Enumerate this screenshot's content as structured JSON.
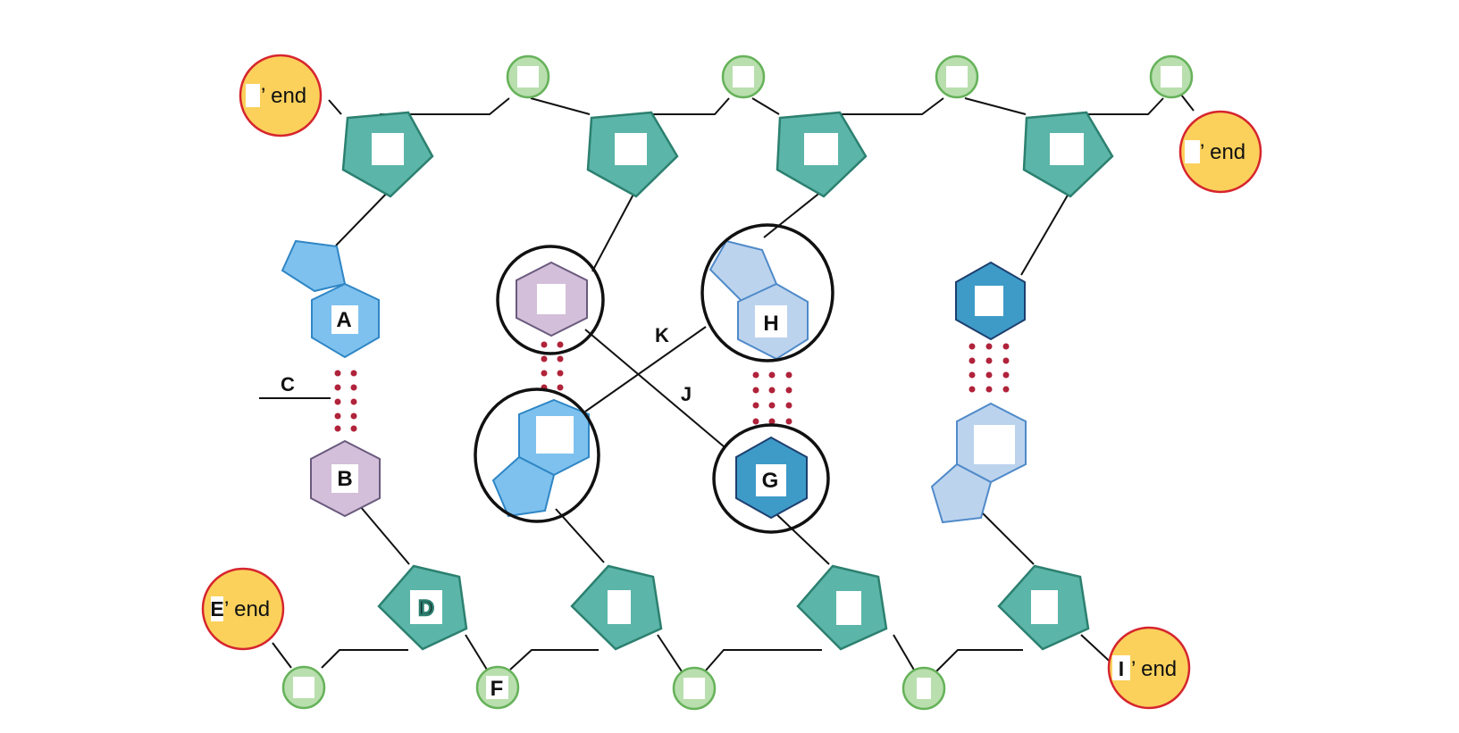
{
  "labels": {
    "A": "A",
    "B": "B",
    "C": "C",
    "D": "D",
    "E": "E",
    "F": "F",
    "G": "G",
    "H": "H",
    "I": "I",
    "J": "J",
    "K": "K"
  },
  "end_suffix": "’ end",
  "colors": {
    "sugar": "#5bb5a8",
    "sugar_stroke": "#2c8070",
    "phosphate": "#b9dfae",
    "phosphate_stroke": "#66b25a",
    "end_fill": "#fbd15b",
    "end_stroke": "#d6252e",
    "base_light_blue": "#7ec1ee",
    "base_pale_blue": "#bcd3ee",
    "base_purple": "#d3bfd9",
    "base_dark_blue": "#3e9bc8",
    "hbond": "#b0233a"
  }
}
